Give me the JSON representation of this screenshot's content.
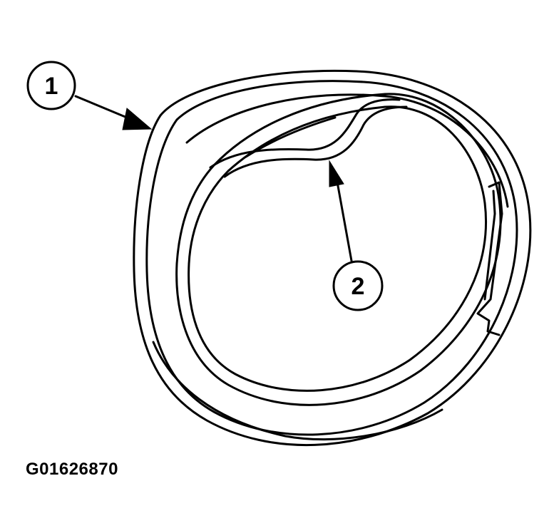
{
  "diagram": {
    "subject": "piston ring set (coiled ring with wavy expander section)",
    "callouts": [
      {
        "number": "1",
        "label_text": "1",
        "points_to": "outer ring"
      },
      {
        "number": "2",
        "label_text": "2",
        "points_to": "wavy expander segment"
      }
    ],
    "figure_id": "G01626870",
    "colors": {
      "line": "#000000",
      "background": "#ffffff"
    }
  }
}
